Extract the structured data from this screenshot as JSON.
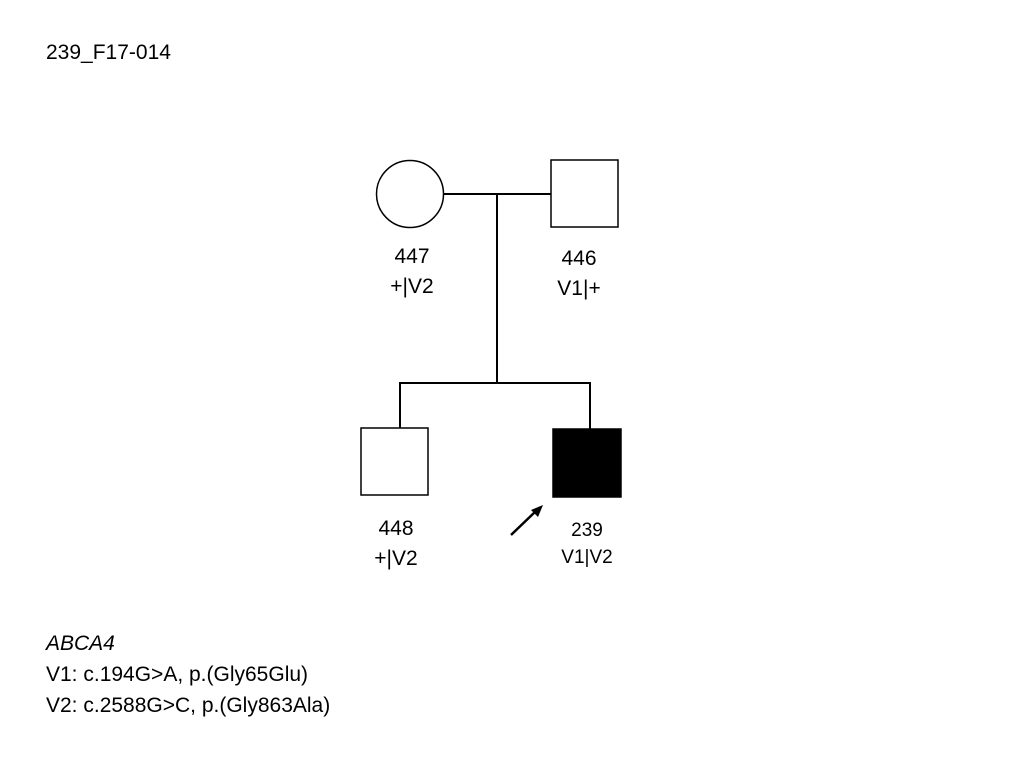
{
  "title": "239_F17-014",
  "pedigree": {
    "individuals": [
      {
        "key": "mother",
        "id": "447",
        "genotype": "+|V2",
        "sex": "female",
        "affected": false,
        "proband": false
      },
      {
        "key": "father",
        "id": "446",
        "genotype": "V1|+",
        "sex": "male",
        "affected": false,
        "proband": false
      },
      {
        "key": "sibling",
        "id": "448",
        "genotype": "+|V2",
        "sex": "male",
        "affected": false,
        "proband": false
      },
      {
        "key": "proband",
        "id": "239",
        "genotype": "V1|V2",
        "sex": "male",
        "affected": true,
        "proband": true
      }
    ]
  },
  "legend": {
    "gene": "ABCA4",
    "v1": "V1: c.194G>A, p.(Gly65Glu)",
    "v2": "V2: c.2588G>C, p.(Gly863Ala)"
  },
  "colors": {
    "line": "#000000",
    "affected_fill": "#000000",
    "unaffected_fill": "#ffffff"
  }
}
